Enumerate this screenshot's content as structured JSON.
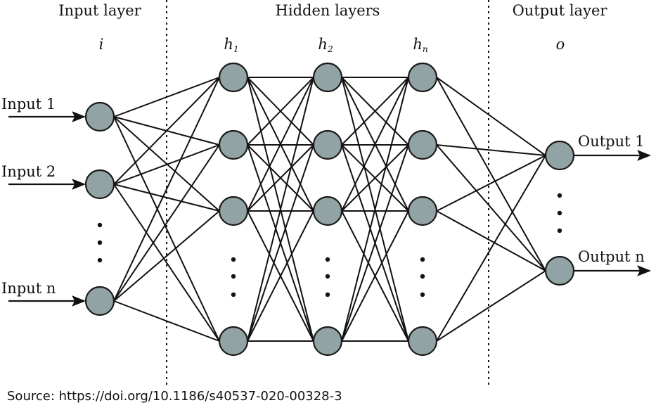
{
  "diagram": {
    "title": "Feedforward neural network",
    "node_fill": "#91a3a4",
    "node_stroke": "#1a1a1a",
    "edge_color": "#111111",
    "sections": [
      {
        "id": "input",
        "header": "Input layer",
        "symbol": "i"
      },
      {
        "id": "hidden",
        "header": "Hidden layers"
      },
      {
        "id": "output",
        "header": "Output layer",
        "symbol": "o"
      }
    ],
    "layers": [
      {
        "id": "i",
        "symbol": "i",
        "nodes": 3,
        "ellipsis": true
      },
      {
        "id": "h1",
        "symbol": "h",
        "subscript": "1",
        "nodes": 4,
        "ellipsis": true
      },
      {
        "id": "h2",
        "symbol": "h",
        "subscript": "2",
        "nodes": 4,
        "ellipsis": true
      },
      {
        "id": "hn",
        "symbol": "h",
        "subscript": "n",
        "nodes": 4,
        "ellipsis": true
      },
      {
        "id": "o",
        "symbol": "o",
        "nodes": 2,
        "ellipsis": true
      }
    ],
    "inputs": [
      "Input 1",
      "Input 2",
      "Input n"
    ],
    "outputs": [
      "Output 1",
      "Output n"
    ],
    "connectivity": "fully-connected between adjacent layers"
  },
  "source": "Source: https://doi.org/10.1186/s40537-020-00328-3"
}
